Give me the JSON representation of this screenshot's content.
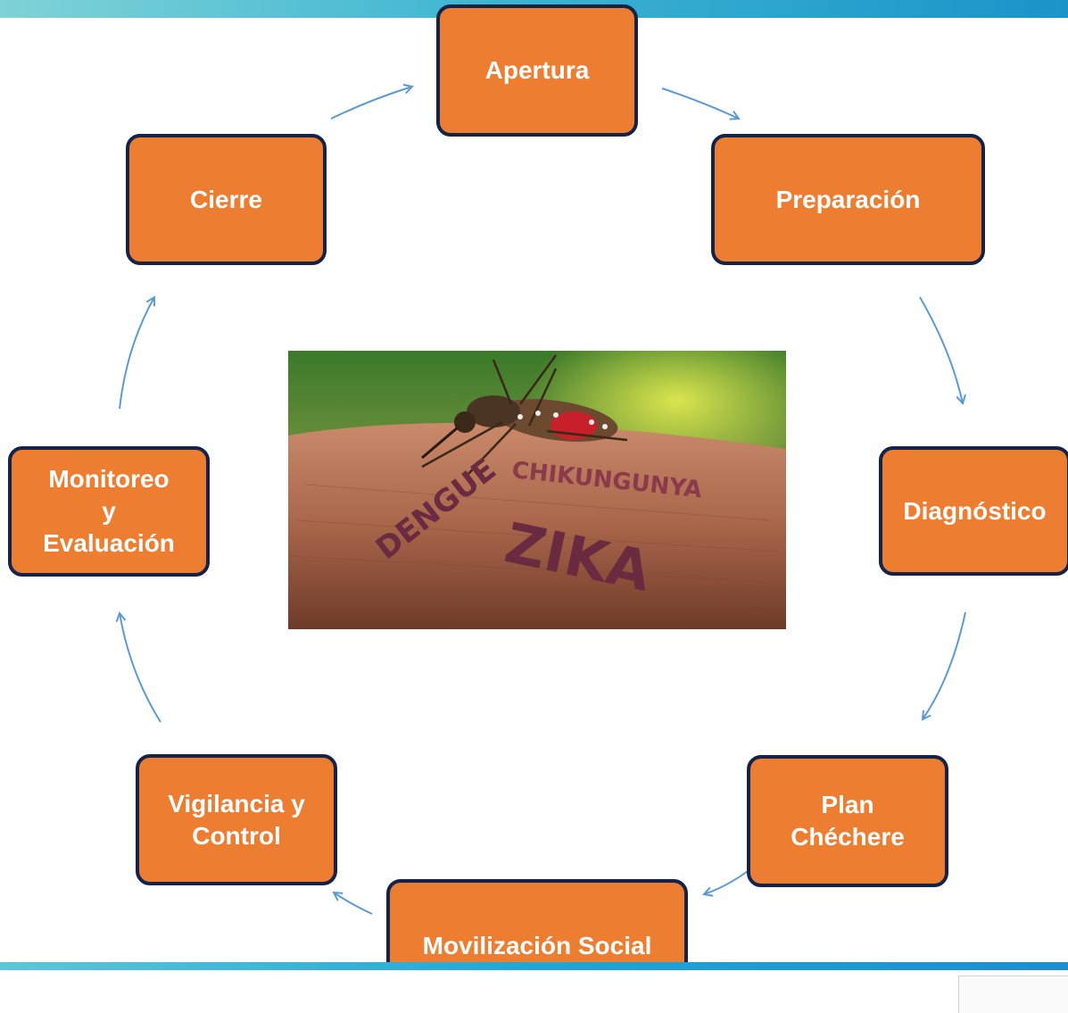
{
  "diagram": {
    "steps": {
      "apertura": "Apertura",
      "preparacion": "Preparación",
      "diagnostico": "Diagnóstico",
      "plan": "Plan\nChéchere",
      "movilizacion": "Movilización Social",
      "vigilancia": "Vigilancia y\nControl",
      "monitoreo": "Monitoreo\ny\nEvaluación",
      "cierre": "Cierre"
    },
    "image": {
      "text_chikungunya": "CHIKUNGUNYA",
      "text_dengue": "DENGUE",
      "text_zika": "ZIKA"
    }
  },
  "colors": {
    "node_fill": "#ed7d31",
    "node_border": "#14234a",
    "arrow": "#5b9bd5",
    "accent_bar": "#1a93c9"
  }
}
